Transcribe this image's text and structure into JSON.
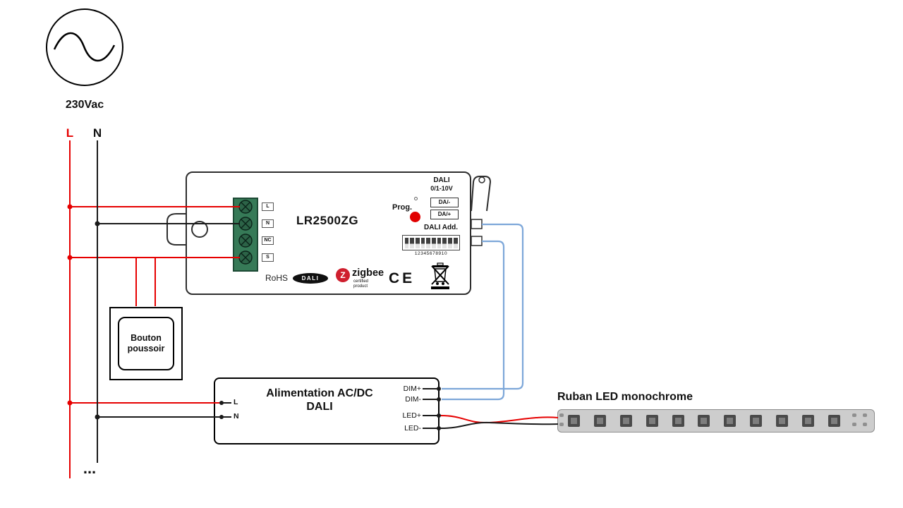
{
  "source": {
    "label": "230Vac"
  },
  "mains": {
    "live": "L",
    "neutral": "N",
    "continuation": "..."
  },
  "controller": {
    "model": "LR2500ZG",
    "prog": "Prog.",
    "dali_title": "DALI",
    "dali_mode": "0/1-10V",
    "da_minus": "DA/-",
    "da_plus": "DA/+",
    "dali_add": "DALI Add.",
    "dip_numbers": "12345678910",
    "dip_count": 10,
    "terminals": [
      "L",
      "N",
      "NC",
      "S"
    ],
    "marks": {
      "rohs": "RoHS",
      "dali_logo": "DALI",
      "zigbee_mark": "Z",
      "zigbee": "zigbee",
      "zigbee_sub1": "certified",
      "zigbee_sub2": "product",
      "ce": "CE"
    }
  },
  "push_button": {
    "line1": "Bouton",
    "line2": "poussoir"
  },
  "psu": {
    "title1": "Alimentation AC/DC",
    "title2": "DALI",
    "in_live": "L",
    "in_neutral": "N",
    "out": [
      "DIM+",
      "DIM-",
      "LED+",
      "LED-"
    ]
  },
  "led_strip": {
    "label": "Ruban LED monochrome",
    "led_count": 11
  },
  "colors": {
    "wire_live": "#e60000",
    "wire_neutral": "#1a1a1a",
    "wire_dali": "#7da7d9",
    "terminal_block_green": "#367a57",
    "prog_button_red": "#e10000"
  }
}
